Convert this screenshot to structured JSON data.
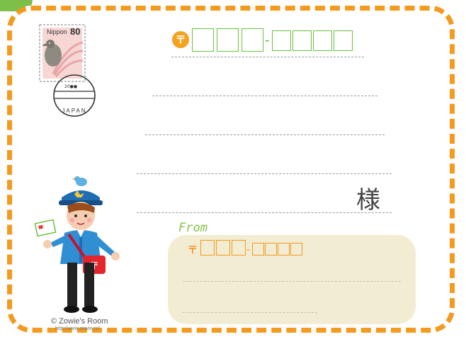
{
  "stamp": {
    "country": "Nippon",
    "value": "80"
  },
  "postmark": {
    "country": "JAPAN",
    "date": "20●●"
  },
  "to": {
    "postal_symbol": "〒",
    "zip_dash": "-",
    "honorific": "様"
  },
  "from_section": {
    "label": "From",
    "postal_symbol": "〒",
    "zip_dash": "-"
  },
  "credit": {
    "copyright": "© Zowie's Room",
    "url": "http://www.zowie.cc/"
  },
  "colors": {
    "border": "#f39a1f",
    "zip_green": "#6bbf44",
    "from_panel": "#f2ecd2",
    "from_label": "#86c24a"
  }
}
